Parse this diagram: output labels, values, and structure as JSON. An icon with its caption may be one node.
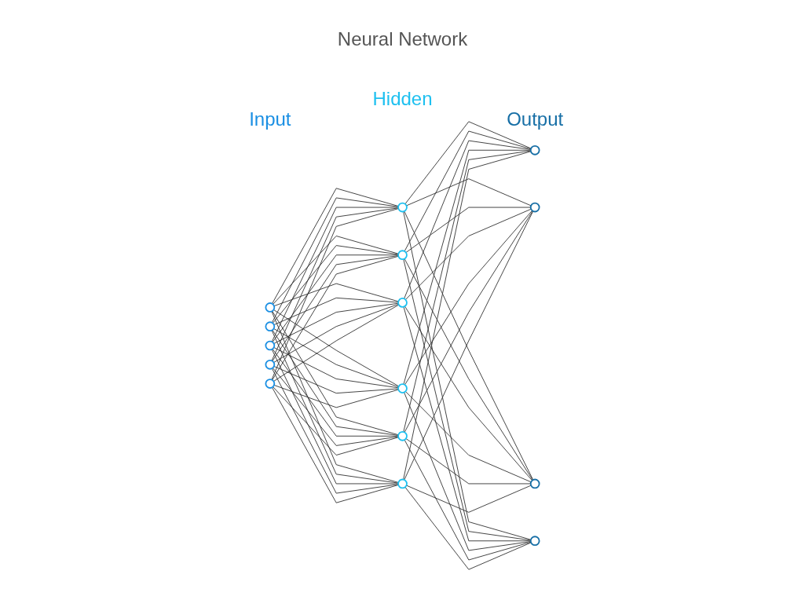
{
  "diagram": {
    "title": "Neural Network",
    "nodes": [
      {
        "text": [],
        "shape": "circle"
      },
      {
        "text": [],
        "shape": "circle"
      },
      {
        "text": [],
        "shape": "circle"
      },
      {
        "text": [],
        "shape": "circle"
      },
      {
        "text": [],
        "shape": "circle"
      },
      {
        "text": [],
        "shape": "circle"
      },
      {
        "text": [],
        "shape": "circle"
      },
      {
        "text": [],
        "shape": "circle"
      },
      {
        "text": [],
        "shape": "circle"
      },
      {
        "text": [],
        "shape": "circle"
      },
      {
        "text": [],
        "shape": "circle"
      },
      {
        "text": [],
        "shape": "circle"
      },
      {
        "text": [],
        "shape": "circle"
      },
      {
        "text": [],
        "shape": "circle"
      },
      {
        "text": [],
        "shape": "circle"
      }
    ],
    "edges": [
      {
        "from": 0,
        "to": 5,
        "arrow": "none"
      },
      {
        "from": 0,
        "to": 6,
        "arrow": "none"
      },
      {
        "from": 0,
        "to": 7,
        "arrow": "none"
      },
      {
        "from": 0,
        "to": 8,
        "arrow": "none"
      },
      {
        "from": 0,
        "to": 9,
        "arrow": "none"
      },
      {
        "from": 0,
        "to": 10,
        "arrow": "none"
      },
      {
        "from": 1,
        "to": 5,
        "arrow": "none"
      },
      {
        "from": 1,
        "to": 6,
        "arrow": "none"
      },
      {
        "from": 1,
        "to": 7,
        "arrow": "none"
      },
      {
        "from": 1,
        "to": 8,
        "arrow": "none"
      },
      {
        "from": 1,
        "to": 9,
        "arrow": "none"
      },
      {
        "from": 1,
        "to": 10,
        "arrow": "none"
      },
      {
        "from": 2,
        "to": 5,
        "arrow": "none"
      },
      {
        "from": 2,
        "to": 6,
        "arrow": "none"
      },
      {
        "from": 2,
        "to": 7,
        "arrow": "none"
      },
      {
        "from": 2,
        "to": 8,
        "arrow": "none"
      },
      {
        "from": 2,
        "to": 9,
        "arrow": "none"
      },
      {
        "from": 2,
        "to": 10,
        "arrow": "none"
      },
      {
        "from": 3,
        "to": 5,
        "arrow": "none"
      },
      {
        "from": 3,
        "to": 6,
        "arrow": "none"
      },
      {
        "from": 3,
        "to": 7,
        "arrow": "none"
      },
      {
        "from": 3,
        "to": 8,
        "arrow": "none"
      },
      {
        "from": 3,
        "to": 9,
        "arrow": "none"
      },
      {
        "from": 3,
        "to": 10,
        "arrow": "none"
      },
      {
        "from": 4,
        "to": 5,
        "arrow": "none"
      },
      {
        "from": 4,
        "to": 6,
        "arrow": "none"
      },
      {
        "from": 4,
        "to": 7,
        "arrow": "none"
      },
      {
        "from": 4,
        "to": 8,
        "arrow": "none"
      },
      {
        "from": 4,
        "to": 9,
        "arrow": "none"
      },
      {
        "from": 4,
        "to": 10,
        "arrow": "none"
      },
      {
        "from": 5,
        "to": 11,
        "arrow": "none"
      },
      {
        "from": 5,
        "to": 12,
        "arrow": "none"
      },
      {
        "from": 5,
        "to": 13,
        "arrow": "none"
      },
      {
        "from": 5,
        "to": 14,
        "arrow": "none"
      },
      {
        "from": 6,
        "to": 11,
        "arrow": "none"
      },
      {
        "from": 6,
        "to": 12,
        "arrow": "none"
      },
      {
        "from": 6,
        "to": 13,
        "arrow": "none"
      },
      {
        "from": 6,
        "to": 14,
        "arrow": "none"
      },
      {
        "from": 7,
        "to": 11,
        "arrow": "none"
      },
      {
        "from": 7,
        "to": 12,
        "arrow": "none"
      },
      {
        "from": 7,
        "to": 13,
        "arrow": "none"
      },
      {
        "from": 7,
        "to": 14,
        "arrow": "none"
      },
      {
        "from": 8,
        "to": 11,
        "arrow": "none"
      },
      {
        "from": 8,
        "to": 12,
        "arrow": "none"
      },
      {
        "from": 8,
        "to": 13,
        "arrow": "none"
      },
      {
        "from": 8,
        "to": 14,
        "arrow": "none"
      },
      {
        "from": 9,
        "to": 11,
        "arrow": "none"
      },
      {
        "from": 9,
        "to": 12,
        "arrow": "none"
      },
      {
        "from": 9,
        "to": 13,
        "arrow": "none"
      },
      {
        "from": 9,
        "to": 14,
        "arrow": "none"
      },
      {
        "from": 10,
        "to": 11,
        "arrow": "none"
      },
      {
        "from": 10,
        "to": 12,
        "arrow": "none"
      },
      {
        "from": 10,
        "to": 13,
        "arrow": "none"
      },
      {
        "from": 10,
        "to": 14,
        "arrow": "none"
      }
    ],
    "labels": [
      "Input",
      "Hidden",
      "Output"
    ]
  }
}
